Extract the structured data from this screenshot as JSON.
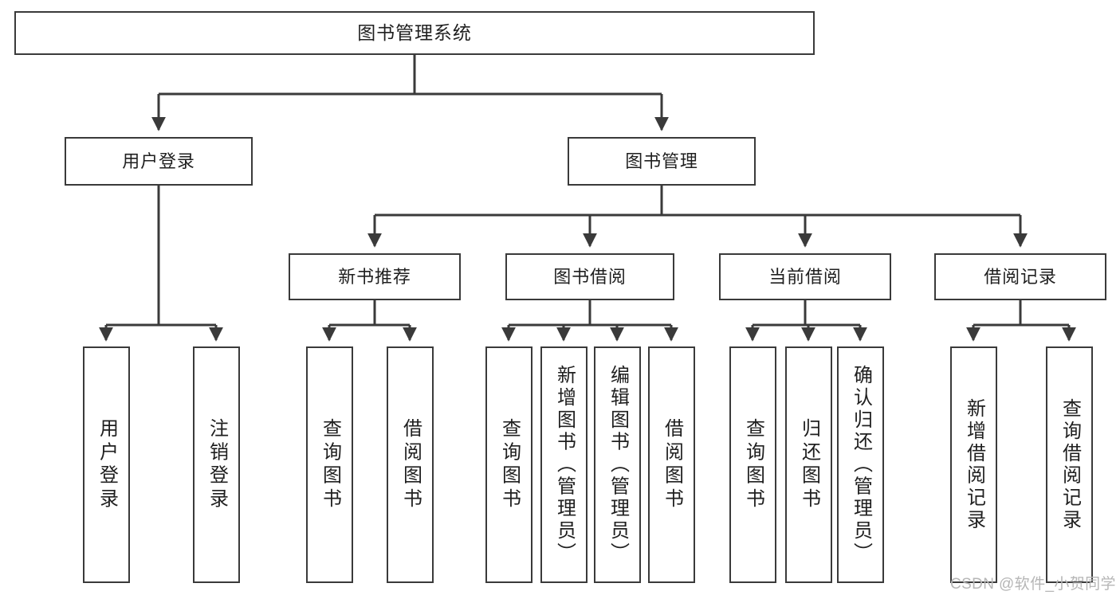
{
  "diagram": {
    "title": "图书管理系统",
    "type": "tree",
    "watermark": "CSDN @软件_小贺同学",
    "colors": {
      "box_border": "#3a3a3a",
      "box_fill": "#ffffff",
      "edge": "#3a3a3a",
      "text": "#1f1f1f",
      "watermark": "#b6b6b6",
      "background": "#ffffff"
    },
    "levels": {
      "root": [
        "图书管理系统"
      ],
      "level2": [
        "用户登录",
        "图书管理"
      ],
      "level3": [
        "新书推荐",
        "图书借阅",
        "当前借阅",
        "借阅记录"
      ],
      "leaves": [
        "用户登录",
        "注销登录",
        "查询图书",
        "借阅图书",
        "查询图书",
        "新增图书（管理员）",
        "编辑图书（管理员）",
        "借阅图书",
        "查询图书",
        "归还图书",
        "确认归还（管理员）",
        "新增借阅记录",
        "查询借阅记录"
      ]
    },
    "nodes": {
      "root": {
        "label": "图书管理系统"
      },
      "user_login": {
        "label": "用户登录"
      },
      "book_manage": {
        "label": "图书管理"
      },
      "new_book_rec": {
        "label": "新书推荐"
      },
      "book_borrow": {
        "label": "图书借阅"
      },
      "current_borrow": {
        "label": "当前借阅"
      },
      "borrow_record": {
        "label": "借阅记录"
      },
      "leaf_user_login": {
        "label": "用户登录"
      },
      "leaf_logout": {
        "label": "注销登录"
      },
      "leaf_query_book_1": {
        "label": "查询图书"
      },
      "leaf_borrow_book_1": {
        "label": "借阅图书"
      },
      "leaf_query_book_2": {
        "label": "查询图书"
      },
      "leaf_add_book": {
        "label": "新增图书（管理员）"
      },
      "leaf_edit_book": {
        "label": "编辑图书（管理员）"
      },
      "leaf_borrow_book_2": {
        "label": "借阅图书"
      },
      "leaf_query_book_3": {
        "label": "查询图书"
      },
      "leaf_return_book": {
        "label": "归还图书"
      },
      "leaf_confirm_return": {
        "label": "确认归还（管理员）"
      },
      "leaf_add_record": {
        "label": "新增借阅记录"
      },
      "leaf_query_record": {
        "label": "查询借阅记录"
      }
    }
  }
}
